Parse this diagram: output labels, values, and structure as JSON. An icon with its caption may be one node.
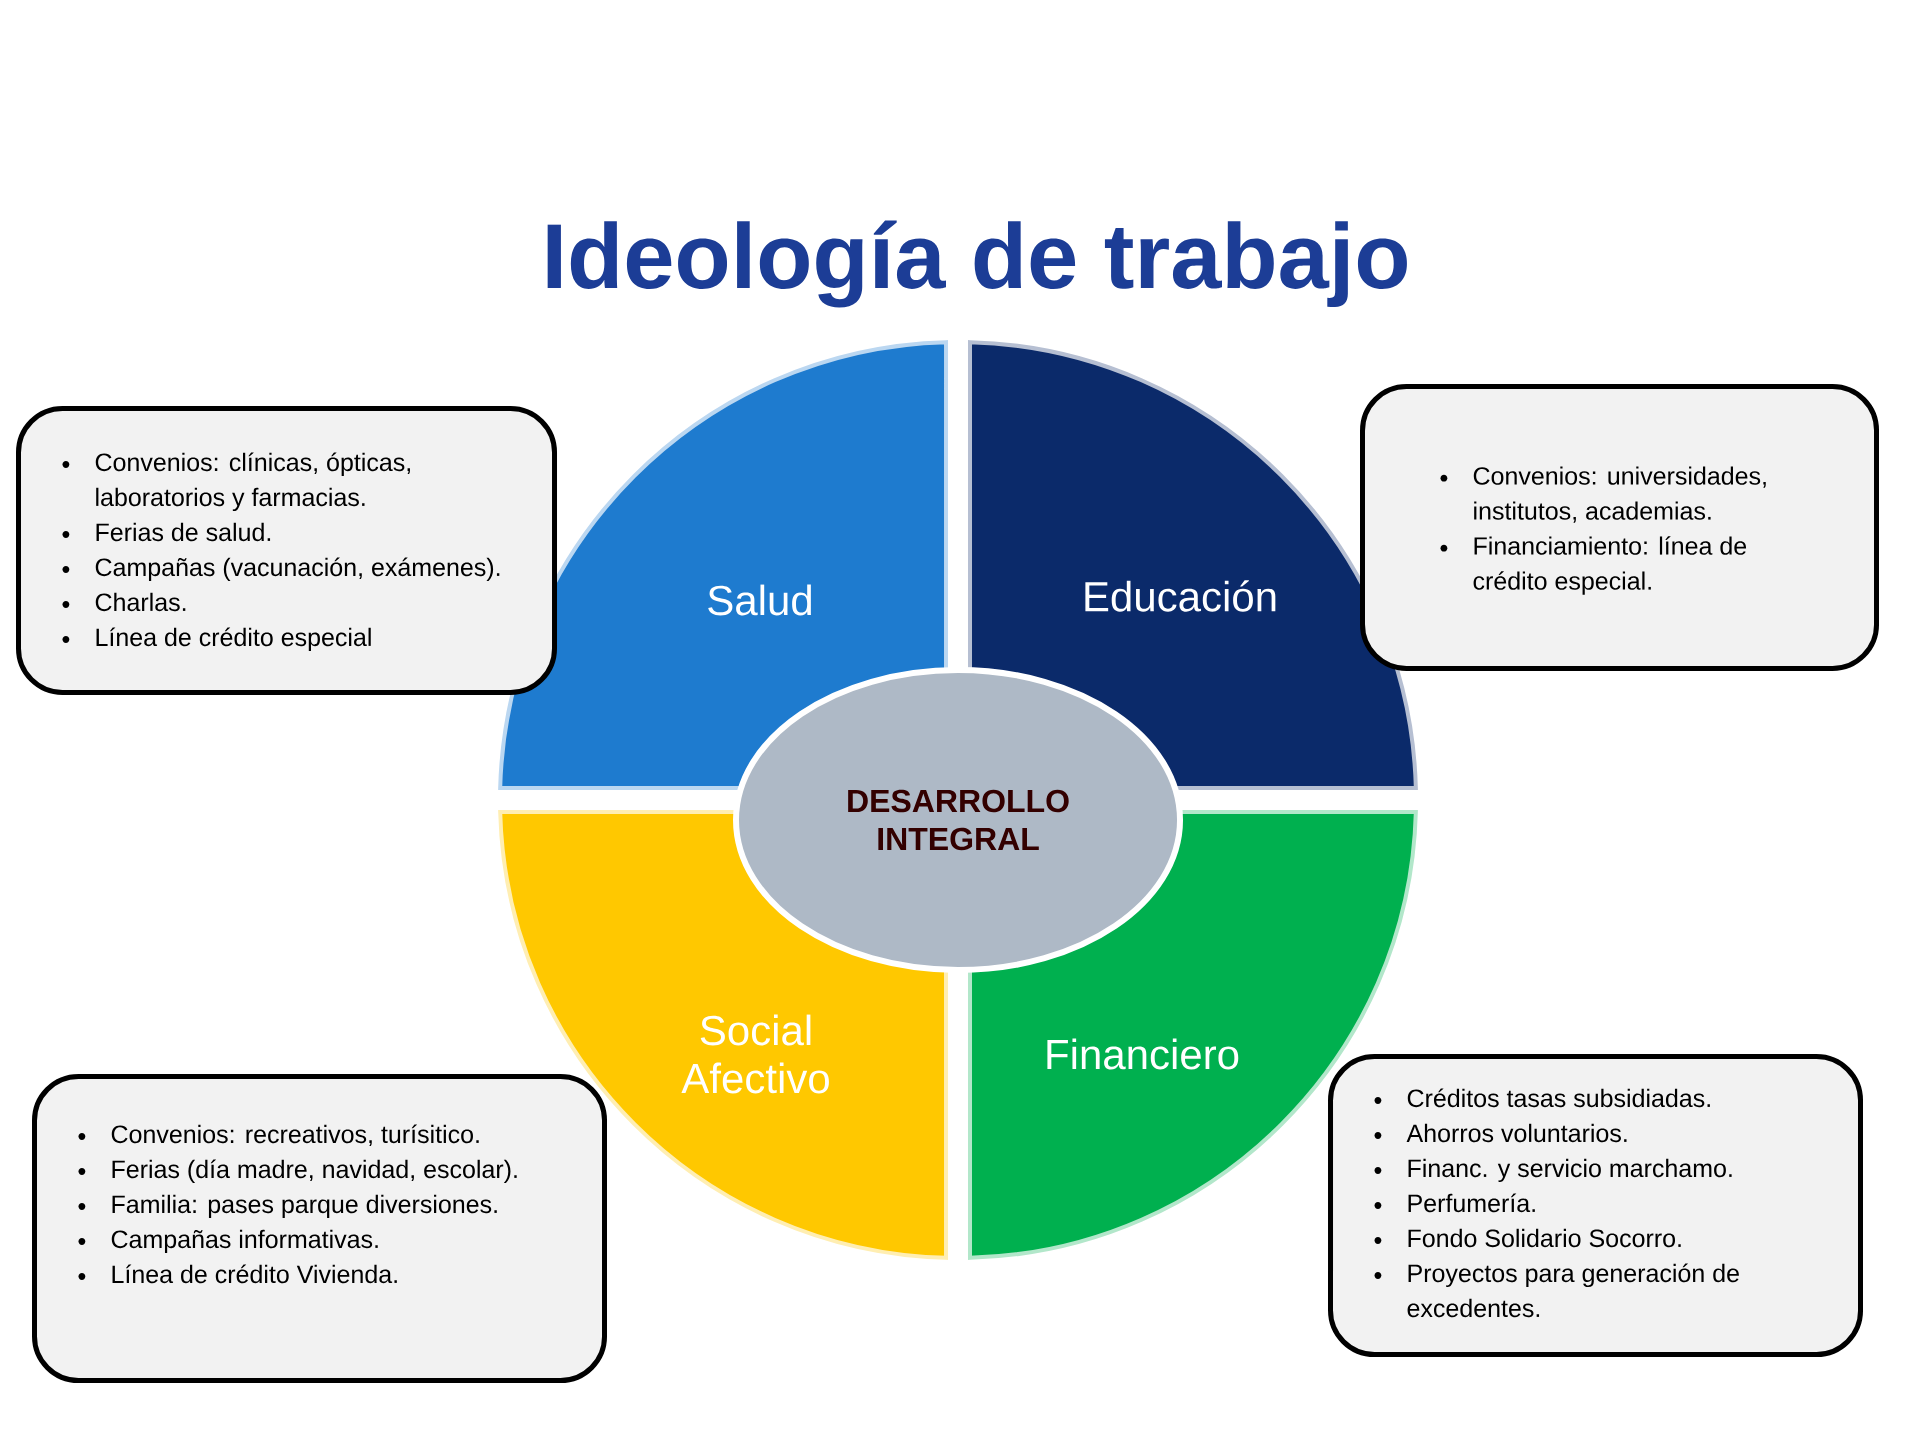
{
  "diagram": {
    "title": "Ideología de trabajo",
    "nodes": [
      {
        "text": [
          "Salud"
        ]
      },
      {
        "text": [
          "Educación"
        ]
      },
      {
        "text": [
          "Social Afectivo"
        ]
      },
      {
        "text": [
          "Financiero"
        ]
      },
      {
        "text": [
          "DESARROLLO INTEGRAL"
        ]
      },
      {
        "text": [
          "Convenios: clínicas, ópticas, laboratorios y farmacias.",
          "Ferias de salud.",
          "Campañas (vacunación, exámenes).",
          "Charlas.",
          "Línea de crédito especial"
        ]
      },
      {
        "text": [
          "Convenios: universidades, institutos, academias.",
          "Financiamiento: línea de crédito especial."
        ]
      },
      {
        "text": [
          "Convenios: recreativos, turísitico.",
          "Ferias (día madre, navidad, escolar).",
          "Familia: pases parque diversiones.",
          "Campañas informativas.",
          "Línea de crédito Vivienda."
        ]
      },
      {
        "text": [
          "Créditos tasas subsidiadas.",
          "Ahorros voluntarios.",
          "Financ. y servicio marchamo.",
          "Perfumería.",
          "Fondo Solidario Socorro.",
          "Proyectos para generación de excedentes."
        ]
      }
    ],
    "edges": []
  }
}
